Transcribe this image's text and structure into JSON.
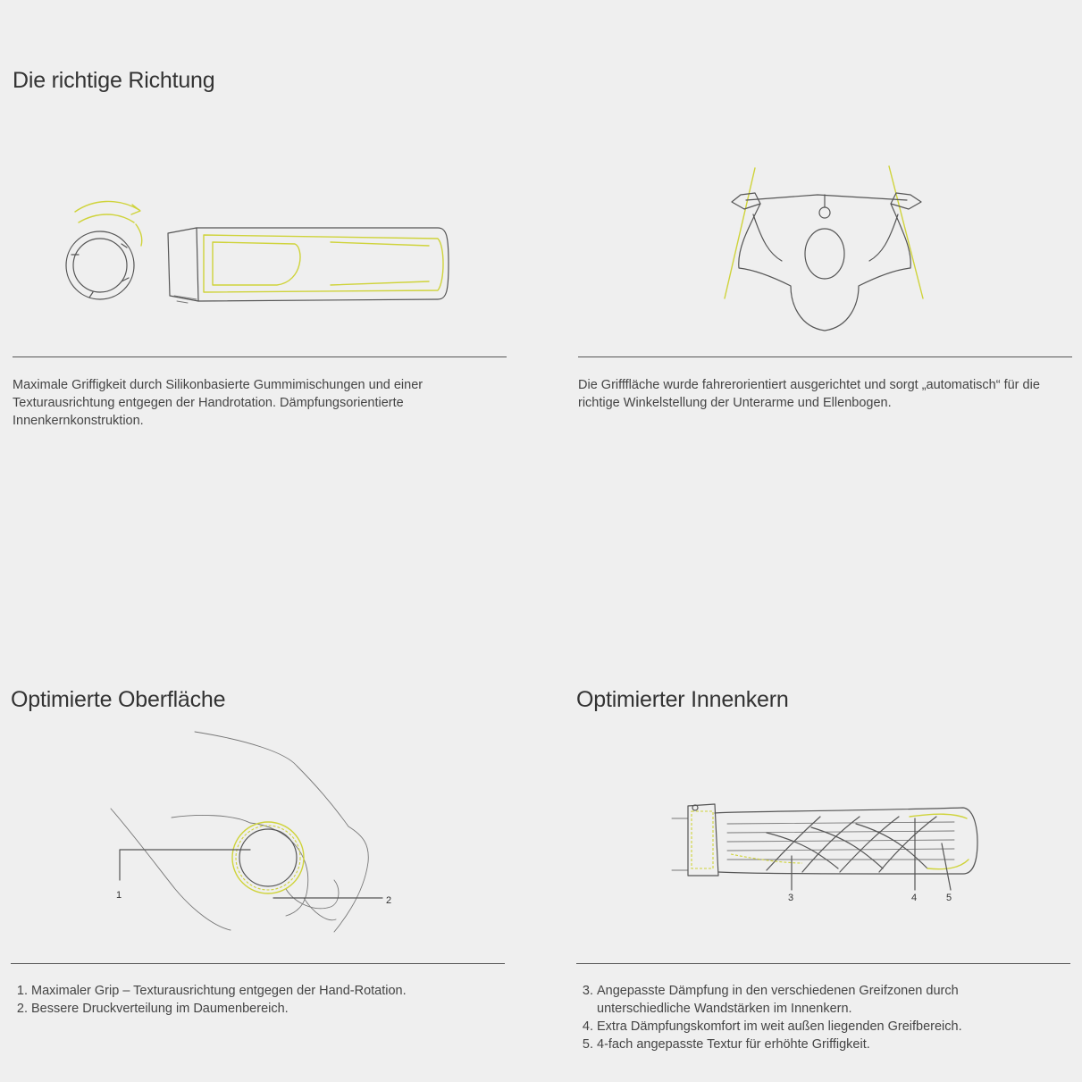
{
  "section1": {
    "title": "Die richtige Richtung",
    "left_text": "Maximale Griffigkeit durch Silikonbasierte Gummimischungen und einer Texturausrichtung entgegen der Handrotation. Dämpfungsorientierte Innenkernkonstruktion.",
    "right_text": "Die Grifffläche wurde fahrerorientiert ausgerichtet und sorgt „automatisch“ für die richtige Winkelstellung der Unterarme und Ellenbogen."
  },
  "section2": {
    "title": "Optimierte Oberfläche",
    "callouts": [
      "1",
      "2"
    ],
    "items": [
      "Maximaler Grip – Texturausrichtung entgegen der Hand-Rotation.",
      "Bessere Druckverteilung im Daumenbereich."
    ]
  },
  "section3": {
    "title": "Optimierter Innenkern",
    "callouts": [
      "3",
      "4",
      "5"
    ],
    "items": [
      "Angepasste Dämpfung in den verschiedenen Greifzonen durch unterschiedliche Wandstärken im Innenkern.",
      "Extra Dämpfungskomfort im weit außen liegenden Greifbereich.",
      "4-fach angepasste Textur für erhöhte Griffigkeit."
    ]
  },
  "colors": {
    "background": "#efefef",
    "accent": "#cfd33a",
    "text": "#444444",
    "rule": "#555555"
  }
}
